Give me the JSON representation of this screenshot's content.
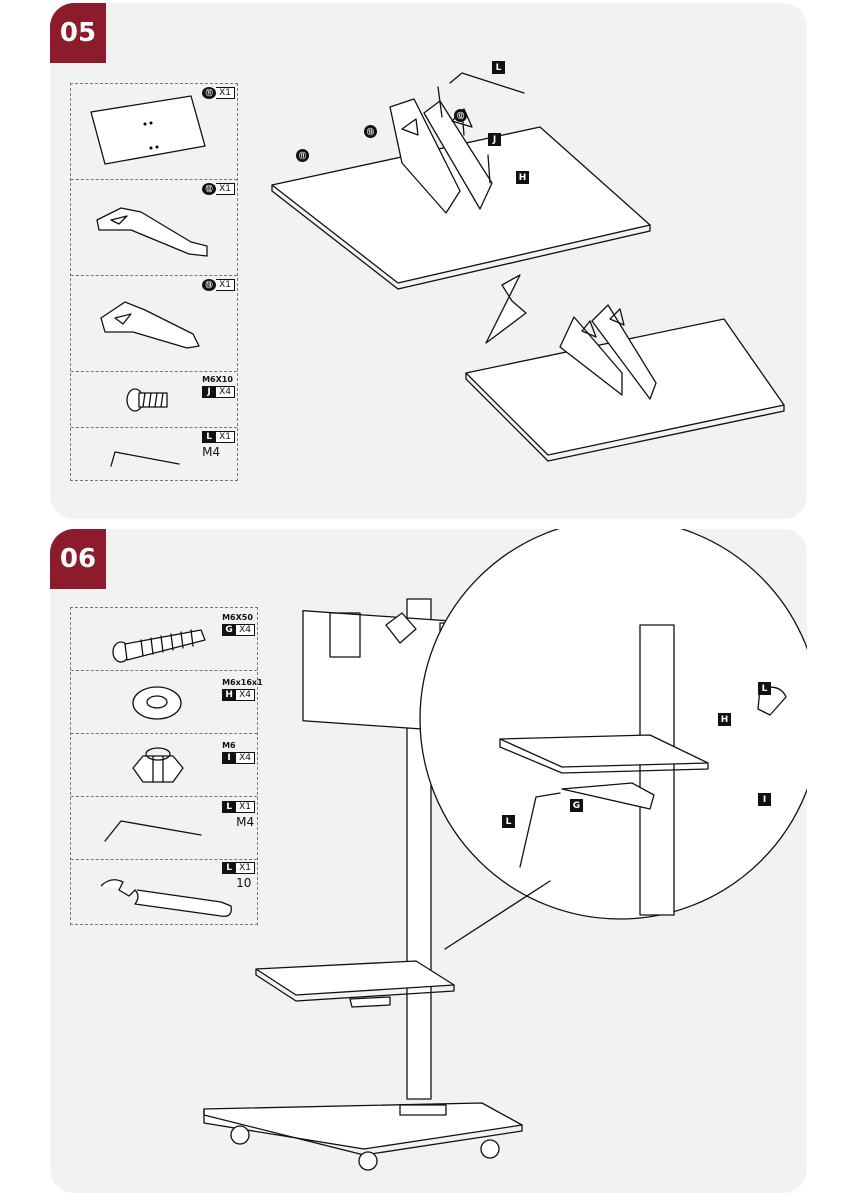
{
  "steps": [
    {
      "number": "05",
      "parts": [
        {
          "code": "⑪",
          "qty": "X1",
          "spec": "",
          "size": ""
        },
        {
          "code": "⑫",
          "qty": "X1",
          "spec": "",
          "size": ""
        },
        {
          "code": "⑬",
          "qty": "X1",
          "spec": "",
          "size": ""
        },
        {
          "code": "J",
          "qty": "X4",
          "spec": "M6X10",
          "size": ""
        },
        {
          "code": "L",
          "qty": "X1",
          "spec": "",
          "size": "M4"
        }
      ],
      "callouts": {
        "plate": "⑪",
        "bracket_a": "⑫",
        "bracket_b": "⑬",
        "screw": "J",
        "washer": "H",
        "key": "L"
      }
    },
    {
      "number": "06",
      "parts": [
        {
          "code": "G",
          "qty": "X4",
          "spec": "M6X50",
          "size": ""
        },
        {
          "code": "H",
          "qty": "X4",
          "spec": "M6x16x1",
          "size": ""
        },
        {
          "code": "I",
          "qty": "X4",
          "spec": "M6",
          "size": ""
        },
        {
          "code": "L",
          "qty": "X1",
          "spec": "",
          "size": "M4"
        },
        {
          "code": "L",
          "qty": "X1",
          "spec": "",
          "size": "10"
        }
      ],
      "callouts": {
        "wrench": "L",
        "washer": "H",
        "nut": "I",
        "bolt": "G",
        "key": "L"
      }
    }
  ],
  "colors": {
    "badge": "#8c1c2b",
    "panel": "#f2f2f2"
  }
}
